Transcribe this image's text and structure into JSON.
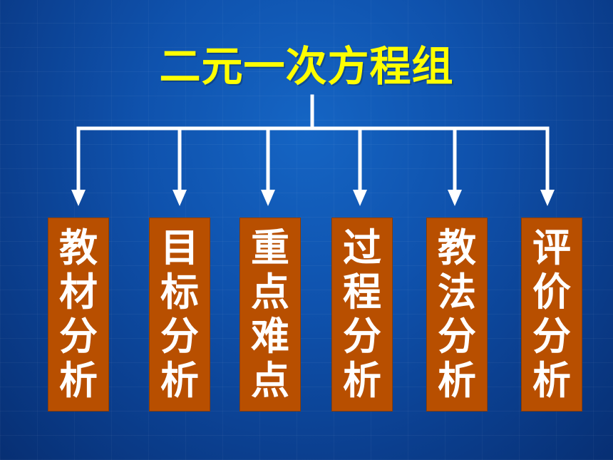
{
  "title": "二元一次方程组",
  "colors": {
    "title": "#ffff00",
    "box_fill": "#b84f00",
    "box_text": "#ffffff",
    "connector": "#ffffff",
    "background": "#0f52ad"
  },
  "boxes": [
    {
      "label": "教材分析"
    },
    {
      "label": "目标分析"
    },
    {
      "label": "重点难点"
    },
    {
      "label": "过程分析"
    },
    {
      "label": "教法分析"
    },
    {
      "label": "评价分析"
    }
  ]
}
